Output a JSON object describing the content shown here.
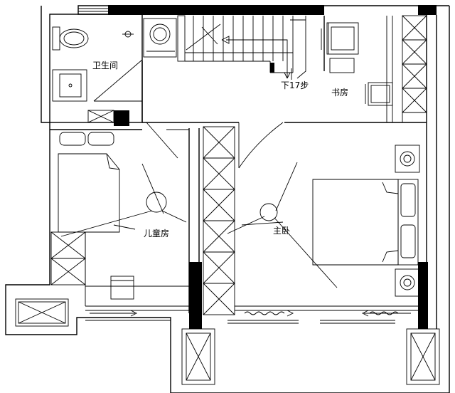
{
  "rooms": {
    "bathroom": "卫生间",
    "study": "书房",
    "children_room": "儿童房",
    "master_bedroom": "主卧"
  },
  "stairs": {
    "label": "下17步"
  }
}
